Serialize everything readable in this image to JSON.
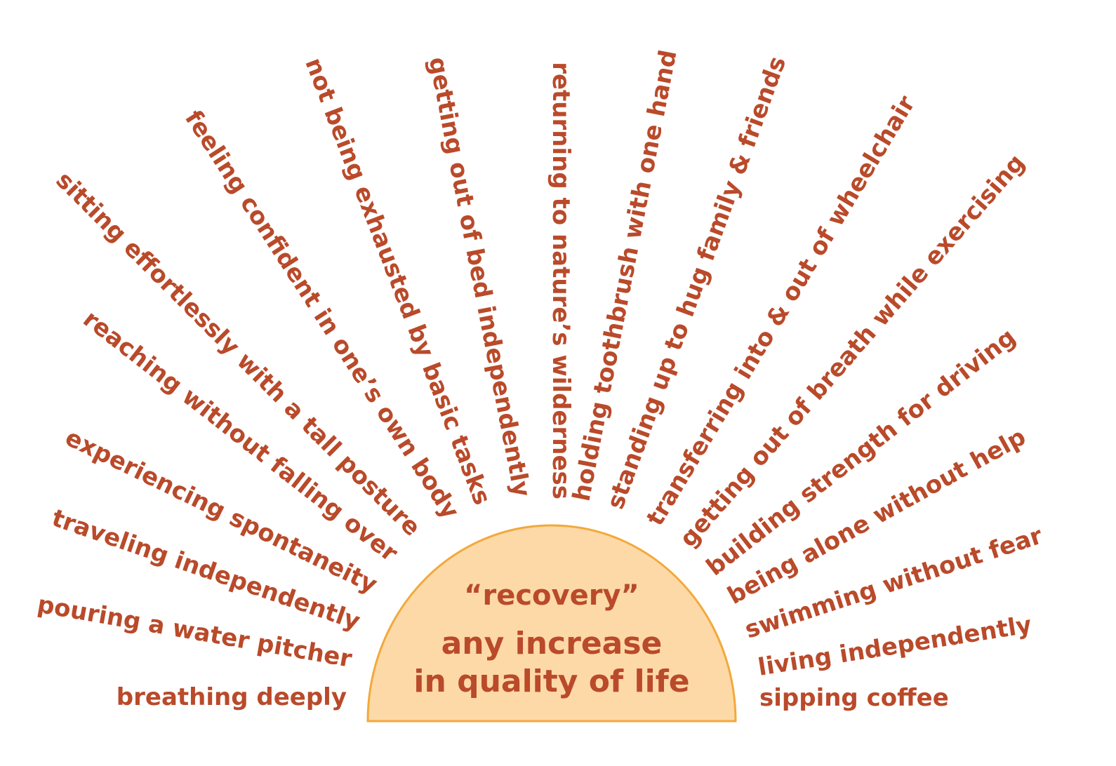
{
  "colors": {
    "text": "#b94a2a",
    "sun_fill": "#fdd9a8",
    "sun_stroke": "#f2a93b",
    "background": "#ffffff"
  },
  "center": {
    "quote": "“recovery”",
    "line1": "any increase",
    "line2": "in quality of life"
  },
  "rays": [
    "breathing deeply",
    "pouring a water pitcher",
    "traveling independently",
    "experiencing spontaneity",
    "reaching without falling over",
    "sitting effortlessly with a tall posture",
    "feeling confident in one’s own body",
    "not being exhausted by basic tasks",
    "getting out of bed independently",
    "returning to nature’s wilderness",
    "holding toothbrush with one hand",
    "standing up to hug family & friends",
    "transferring into & out of wheelchair",
    "getting out of breath while exercising",
    "building strength for driving",
    "being alone without help",
    "swimming without fear",
    "living independently",
    "sipping coffee"
  ]
}
